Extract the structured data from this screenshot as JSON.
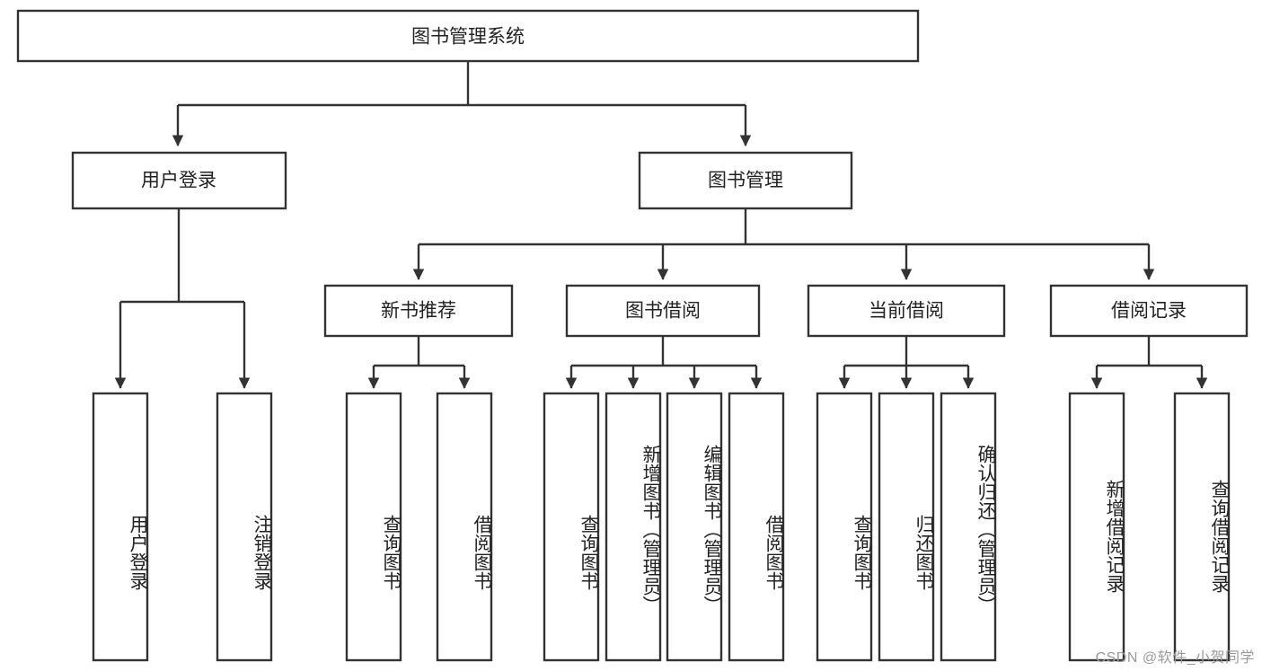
{
  "diagram": {
    "type": "hierarchy-tree",
    "title": "图书管理系统",
    "background_color": "#ffffff",
    "line_color": "#333333",
    "box_fill": "#ffffff",
    "text_color": "#222222",
    "orientation": "top-down",
    "leaf_text_orientation": "vertical"
  },
  "root": {
    "label": "图书管理系统"
  },
  "level1": [
    {
      "label": "用户登录"
    },
    {
      "label": "图书管理"
    }
  ],
  "level2": [
    {
      "label": "新书推荐"
    },
    {
      "label": "图书借阅"
    },
    {
      "label": "当前借阅"
    },
    {
      "label": "借阅记录"
    }
  ],
  "leaves": {
    "user_login": [
      {
        "label": "用户登录"
      },
      {
        "label": "注销登录"
      }
    ],
    "new_book_recommend": [
      {
        "label": "查询图书"
      },
      {
        "label": "借阅图书"
      }
    ],
    "book_borrow": [
      {
        "label": "查询图书"
      },
      {
        "label": "新增图书（管理员）"
      },
      {
        "label": "编辑图书（管理员）"
      },
      {
        "label": "借阅图书"
      }
    ],
    "current_borrow": [
      {
        "label": "查询图书"
      },
      {
        "label": "归还图书"
      },
      {
        "label": "确认归还（管理员）"
      }
    ],
    "borrow_record": [
      {
        "label": "新增借阅记录"
      },
      {
        "label": "查询借阅记录"
      }
    ]
  },
  "watermark": {
    "text": "CSDN @软件_小贺同学"
  }
}
